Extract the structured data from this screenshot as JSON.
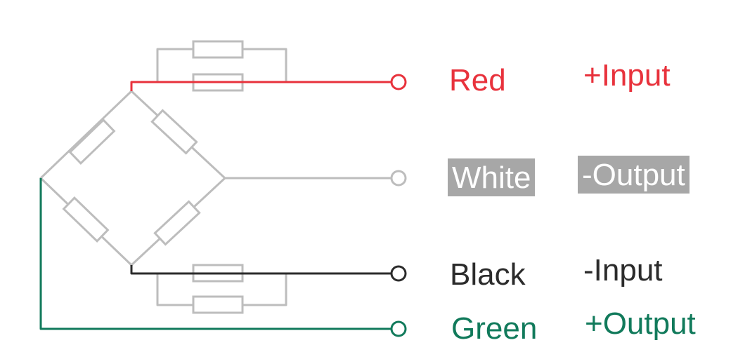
{
  "colors": {
    "wire_gray": "#bdbdbd",
    "red": "#e8323c",
    "black": "#2b2b2b",
    "green": "#117a5b",
    "label_bg": "#a7a7a7",
    "label_fg": "#ffffff"
  },
  "wires": [
    {
      "color_name": "Red",
      "function": "+Input",
      "color_key": "red",
      "boxed": false
    },
    {
      "color_name": "White",
      "function": "-Output",
      "color_key": "label_fg",
      "boxed": true
    },
    {
      "color_name": "Black",
      "function": "-Input",
      "color_key": "black",
      "boxed": false
    },
    {
      "color_name": "Green",
      "function": "+Output",
      "color_key": "green",
      "boxed": false
    }
  ]
}
